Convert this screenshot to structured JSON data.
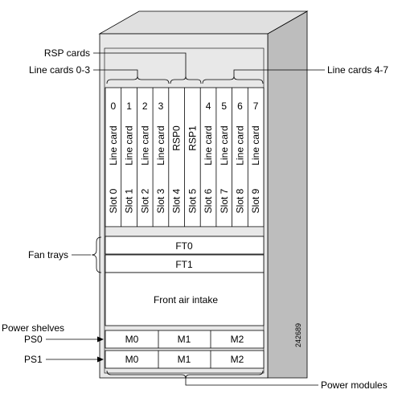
{
  "callouts": {
    "rsp_cards": "RSP cards",
    "line_cards_left": "Line cards 0-3",
    "line_cards_right": "Line cards 4-7",
    "fan_trays": "Fan trays",
    "power_shelves": "Power shelves",
    "ps0": "PS0",
    "ps1": "PS1",
    "power_modules": "Power modules"
  },
  "slots": [
    {
      "number": "0",
      "card": "Line card",
      "slot": "Slot 0"
    },
    {
      "number": "1",
      "card": "Line card",
      "slot": "Slot 1"
    },
    {
      "number": "2",
      "card": "Line card",
      "slot": "Slot 2"
    },
    {
      "number": "3",
      "card": "Line card",
      "slot": "Slot 3"
    },
    {
      "number": "",
      "card": "RSP0",
      "slot": "Slot 4"
    },
    {
      "number": "",
      "card": "RSP1",
      "slot": "Slot 5"
    },
    {
      "number": "4",
      "card": "Line card",
      "slot": "Slot 6"
    },
    {
      "number": "5",
      "card": "Line card",
      "slot": "Slot 7"
    },
    {
      "number": "6",
      "card": "Line card",
      "slot": "Slot 8"
    },
    {
      "number": "7",
      "card": "Line card",
      "slot": "Slot 9"
    }
  ],
  "fan_trays": [
    "FT0",
    "FT1"
  ],
  "air_intake": "Front air intake",
  "power_shelves": [
    {
      "modules": [
        "M0",
        "M1",
        "M2"
      ]
    },
    {
      "modules": [
        "M0",
        "M1",
        "M2"
      ]
    }
  ],
  "figure_id": "242689"
}
